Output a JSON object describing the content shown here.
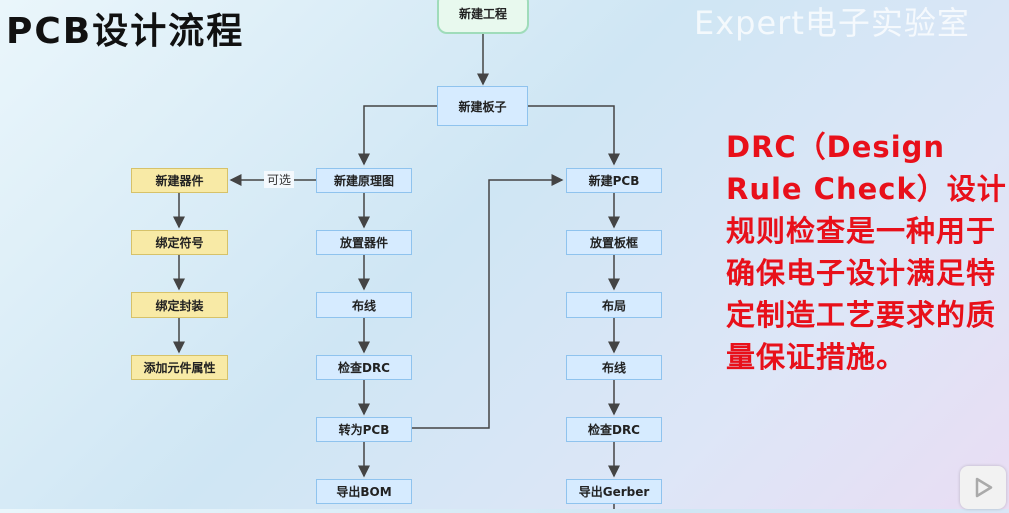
{
  "title": "PCB设计流程",
  "watermark": "Expert电子实验室",
  "nodes": {
    "new_project": "新建工程",
    "new_board": "新建板子",
    "new_part": "新建器件",
    "bind_symbol": "绑定符号",
    "bind_footprint": "绑定封装",
    "add_attributes": "添加元件属性",
    "new_schematic": "新建原理图",
    "place_parts": "放置器件",
    "sch_wiring": "布线",
    "sch_drc": "检查DRC",
    "to_pcb": "转为PCB",
    "export_bom": "导出BOM",
    "new_pcb": "新建PCB",
    "place_outline": "放置板框",
    "layout": "布局",
    "pcb_wiring": "布线",
    "pcb_drc": "检查DRC",
    "export_gerber": "导出Gerber"
  },
  "optional_label": "可选",
  "note": "DRC（Design Rule Check）设计规则检查是一种用于确保电子设计满足特定制造工艺要求的质量保证措施。",
  "colors": {
    "note": "#e8101a",
    "process_fill": "#d6ebff",
    "part_fill": "#f8eaa6",
    "start_fill": "#e8f9ee"
  }
}
